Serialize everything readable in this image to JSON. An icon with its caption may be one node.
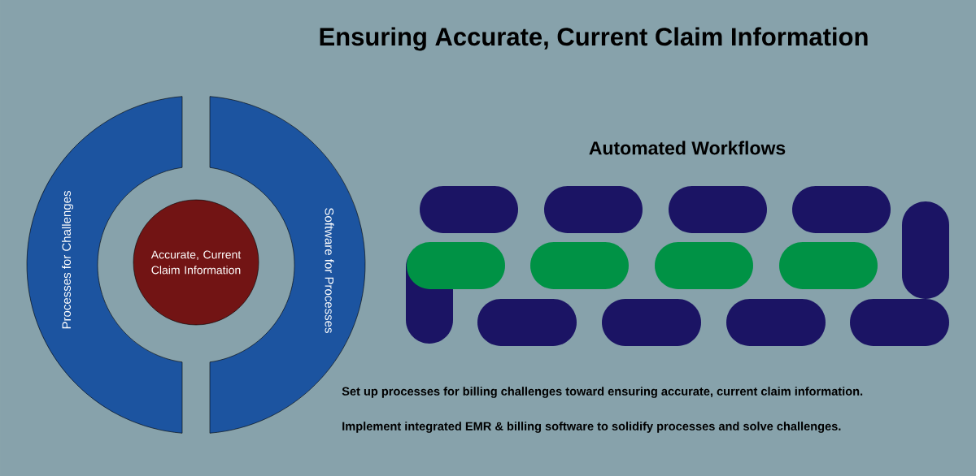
{
  "diagram": {
    "title": "Ensuring Accurate, Current Claim Information",
    "nodes": [
      {
        "text": [
          "Processes for Challenges"
        ]
      },
      {
        "text": [
          "Accurate, Current Claim Information"
        ]
      },
      {
        "text": [
          "Software for Processes"
        ]
      }
    ],
    "labels": [
      "Automated Workflows",
      "Set up processes for billing challenges toward ensuring accurate, current claim information.",
      "Implement integrated EMR & billing software to solidify processes and solve challenges."
    ]
  }
}
